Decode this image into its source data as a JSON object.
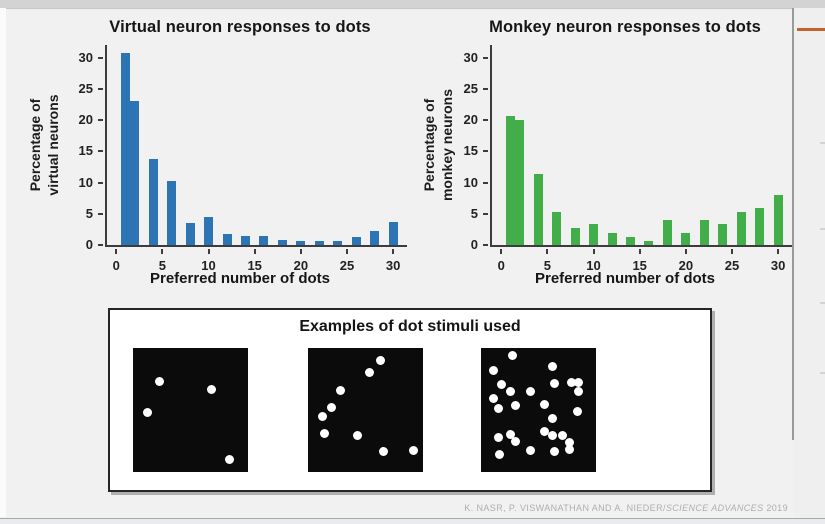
{
  "chart_data": [
    {
      "type": "bar",
      "title": "Virtual neuron responses to dots",
      "ylabel": "Percentage of virtual neurons",
      "ylabel_line1": "Percentage of",
      "ylabel_line2": "virtual neurons",
      "xlabel": "Preferred number of dots",
      "x": [
        1,
        2,
        4,
        6,
        8,
        10,
        12,
        14,
        16,
        18,
        20,
        22,
        24,
        26,
        28,
        30
      ],
      "values": [
        30.8,
        23.0,
        13.7,
        10.3,
        3.5,
        4.5,
        1.7,
        1.4,
        1.5,
        0.8,
        0.7,
        0.6,
        0.7,
        1.3,
        2.3,
        3.7
      ],
      "xticks": [
        0,
        5,
        10,
        15,
        20,
        25,
        30
      ],
      "yticks": [
        0,
        5,
        10,
        15,
        20,
        25,
        30
      ],
      "xlim": [
        0,
        31.5
      ],
      "ylim": [
        0,
        32
      ],
      "grid": false,
      "legend": "none",
      "bar_color": "#2d74b5"
    },
    {
      "type": "bar",
      "title": "Monkey neuron responses to dots",
      "ylabel": "Percentage of monkey neurons",
      "ylabel_line1": "Percentage of",
      "ylabel_line2": "monkey neurons",
      "xlabel": "Preferred number of dots",
      "x": [
        1,
        2,
        4,
        6,
        8,
        10,
        12,
        14,
        16,
        18,
        20,
        22,
        24,
        26,
        28,
        30
      ],
      "values": [
        20.6,
        20.0,
        11.3,
        5.3,
        2.7,
        3.4,
        2.0,
        1.3,
        0.6,
        4.0,
        2.0,
        4.0,
        3.4,
        5.3,
        6.0,
        8.0
      ],
      "xticks": [
        0,
        5,
        10,
        15,
        20,
        25,
        30
      ],
      "yticks": [
        0,
        5,
        10,
        15,
        20,
        25,
        30
      ],
      "xlim": [
        0,
        31.5
      ],
      "ylim": [
        0,
        32
      ],
      "grid": false,
      "legend": "none",
      "bar_color": "#42ae4a"
    }
  ],
  "stimuli": {
    "title": "Examples of dot stimuli used",
    "panels": [
      {
        "dot_count": 4,
        "dots": [
          [
            0.21,
            0.25
          ],
          [
            0.7,
            0.32
          ],
          [
            0.09,
            0.52
          ],
          [
            0.87,
            0.93
          ]
        ]
      },
      {
        "dot_count": 9,
        "dots": [
          [
            0.64,
            0.07
          ],
          [
            0.54,
            0.17
          ],
          [
            0.26,
            0.33
          ],
          [
            0.18,
            0.48
          ],
          [
            0.09,
            0.56
          ],
          [
            0.11,
            0.7
          ],
          [
            0.42,
            0.72
          ],
          [
            0.67,
            0.86
          ],
          [
            0.95,
            0.85
          ]
        ]
      },
      {
        "dot_count": 27,
        "dots": [
          [
            0.25,
            0.03
          ],
          [
            0.08,
            0.16
          ],
          [
            0.63,
            0.12
          ],
          [
            0.15,
            0.28
          ],
          [
            0.42,
            0.34
          ],
          [
            0.24,
            0.34
          ],
          [
            0.08,
            0.4
          ],
          [
            0.65,
            0.27
          ],
          [
            0.81,
            0.26
          ],
          [
            0.88,
            0.26
          ],
          [
            0.88,
            0.34
          ],
          [
            0.12,
            0.49
          ],
          [
            0.28,
            0.46
          ],
          [
            0.56,
            0.45
          ],
          [
            0.63,
            0.57
          ],
          [
            0.87,
            0.51
          ],
          [
            0.12,
            0.74
          ],
          [
            0.24,
            0.71
          ],
          [
            0.28,
            0.77
          ],
          [
            0.42,
            0.85
          ],
          [
            0.56,
            0.69
          ],
          [
            0.63,
            0.72
          ],
          [
            0.73,
            0.72
          ],
          [
            0.79,
            0.78
          ],
          [
            0.13,
            0.89
          ],
          [
            0.65,
            0.86
          ],
          [
            0.79,
            0.84
          ]
        ]
      }
    ]
  },
  "footer": {
    "credit_authors": "K. NASR, P. VISWANATHAN AND A. NIEDER/",
    "credit_journal": "SCIENCE ADVANCES",
    "credit_year": " 2019"
  }
}
